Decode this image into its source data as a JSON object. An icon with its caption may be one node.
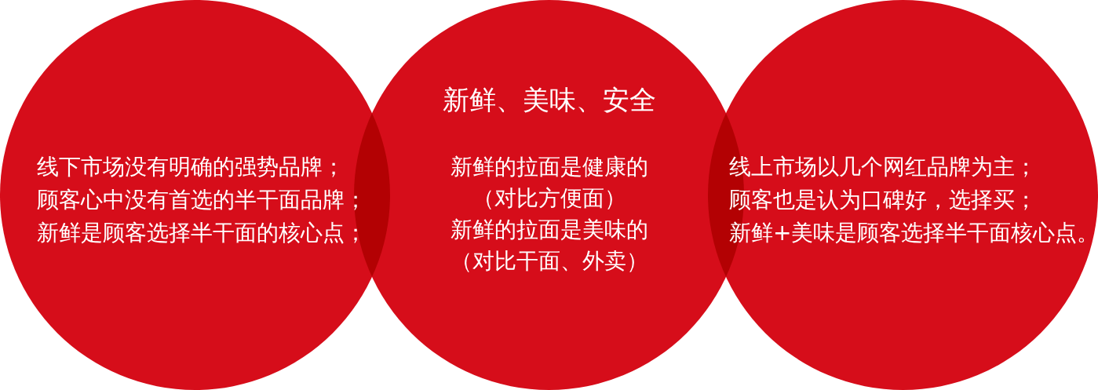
{
  "diagram": {
    "nodes": [
      {
        "text": [
          "线下市场没有明确的强势品牌；",
          "顾客心中没有首选的半干面品牌；",
          "新鲜是顾客选择半干面的核心点；"
        ]
      },
      {
        "text": [
          "新鲜、美味、安全",
          "新鲜的拉面是健康的",
          "（对比方便面）",
          "新鲜的拉面是美味的",
          "（对比干面、外卖）"
        ]
      },
      {
        "text": [
          "线上市场以几个网红品牌为主；",
          "顾客也是认为口碑好，选择买；",
          "新鲜+美味是顾客选择半干面核心点。"
        ]
      }
    ]
  }
}
